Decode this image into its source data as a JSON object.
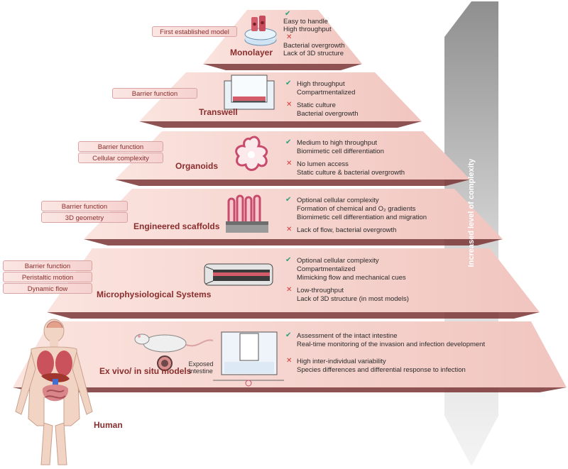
{
  "arrow_label": "Increased level of complexity",
  "human_label": "Human",
  "exposed_label_line1": "Exposed",
  "exposed_label_line2": "intestine",
  "colors": {
    "accent": "#8a2d2d",
    "pro": "#2aa07c",
    "con": "#d33b3b",
    "tier": "#f3cdc7",
    "arrow": "#9a9a9a"
  },
  "tiers": [
    {
      "title": "Monolayer",
      "tags": [
        "First established model"
      ],
      "pros": [
        "Easy to handle",
        "High throughput"
      ],
      "cons": [
        "Bacterial overgrowth",
        "Lack of 3D structure"
      ]
    },
    {
      "title": "Transwell",
      "tags": [
        "Barrier function"
      ],
      "pros": [
        "High throughput",
        "Compartmentalized"
      ],
      "cons": [
        "Static culture",
        "Bacterial overgrowth"
      ]
    },
    {
      "title": "Organoids",
      "tags": [
        "Barrier function",
        "Cellular complexity"
      ],
      "pros": [
        "Medium to high throughput",
        "Biomimetic cell differentiation"
      ],
      "cons": [
        "No lumen access",
        "Static culture & bacterial overgrowth"
      ]
    },
    {
      "title": "Engineered scaffolds",
      "tags": [
        "Barrier function",
        "3D geometry"
      ],
      "pros": [
        "Optional cellular complexity",
        "Formation of chemical and O₂ gradients",
        "Biomimetic cell differentiation and migration"
      ],
      "cons": [
        "Lack of flow, bacterial overgrowth"
      ]
    },
    {
      "title": "Microphysiological Systems",
      "tags": [
        "Barrier function",
        "Peristaltic motion",
        "Dynamic flow"
      ],
      "pros": [
        "Optional cellular complexity",
        "Compartmentalized",
        "Mimicking flow and mechanical cues"
      ],
      "cons": [
        "Low-throughput",
        "Lack of 3D structure (in most models)"
      ]
    },
    {
      "title": "Ex vivo/ in situ models",
      "tags": [],
      "pros": [
        "Assessment of the intact intestine",
        "Real-time monitoring of the invasion and infection development"
      ],
      "cons": [
        "High inter-individual variability",
        "Species differences and differential response to infection"
      ]
    }
  ]
}
